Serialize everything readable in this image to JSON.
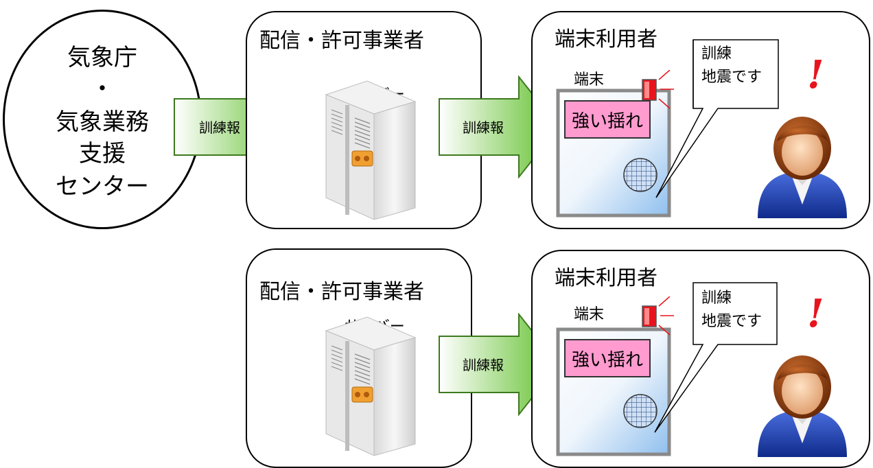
{
  "source": {
    "lines": [
      "気象庁",
      "・",
      "気象業務",
      "支援",
      "センター"
    ]
  },
  "arrow_label": "訓練報",
  "rows": [
    {
      "provider_title": "配信・許可事業者",
      "server_label": "サーバー",
      "user_title": "端末利用者",
      "device_label": "端末",
      "screen_text": "強い揺れ",
      "speech_line1": "訓練",
      "speech_line2": "地震です",
      "exclamation": "!"
    },
    {
      "provider_title": "配信・許可事業者",
      "server_label": "サーバー",
      "user_title": "端末利用者",
      "device_label": "端末",
      "screen_text": "強い揺れ",
      "speech_line1": "訓練",
      "speech_line2": "地震です",
      "exclamation": "!"
    }
  ],
  "colors": {
    "arrow_gradient_start": "#ffffff",
    "arrow_gradient_end": "#5fbf2a",
    "screen_fill": "#ff9bcf",
    "device_fill_end": "#9ec8ee",
    "alert_light": "#e8141d",
    "person_suit": "#1d3fa8",
    "person_hair": "#8a3b12"
  }
}
